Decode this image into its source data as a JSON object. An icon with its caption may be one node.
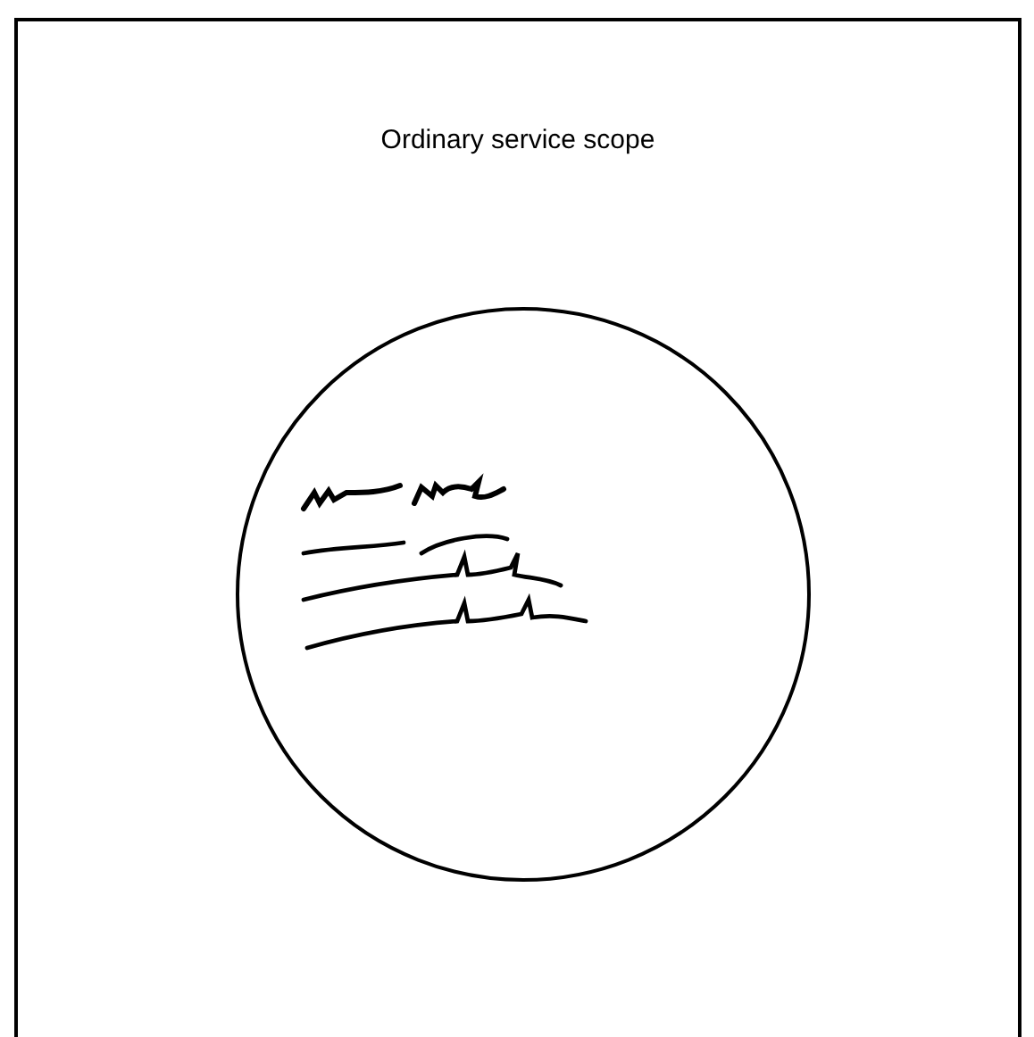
{
  "diagram": {
    "nodes": [
      {
        "text": [
          "Ordinary service scope"
        ]
      },
      {
        "text": [],
        "shape": "circle",
        "in": 0
      }
    ]
  }
}
